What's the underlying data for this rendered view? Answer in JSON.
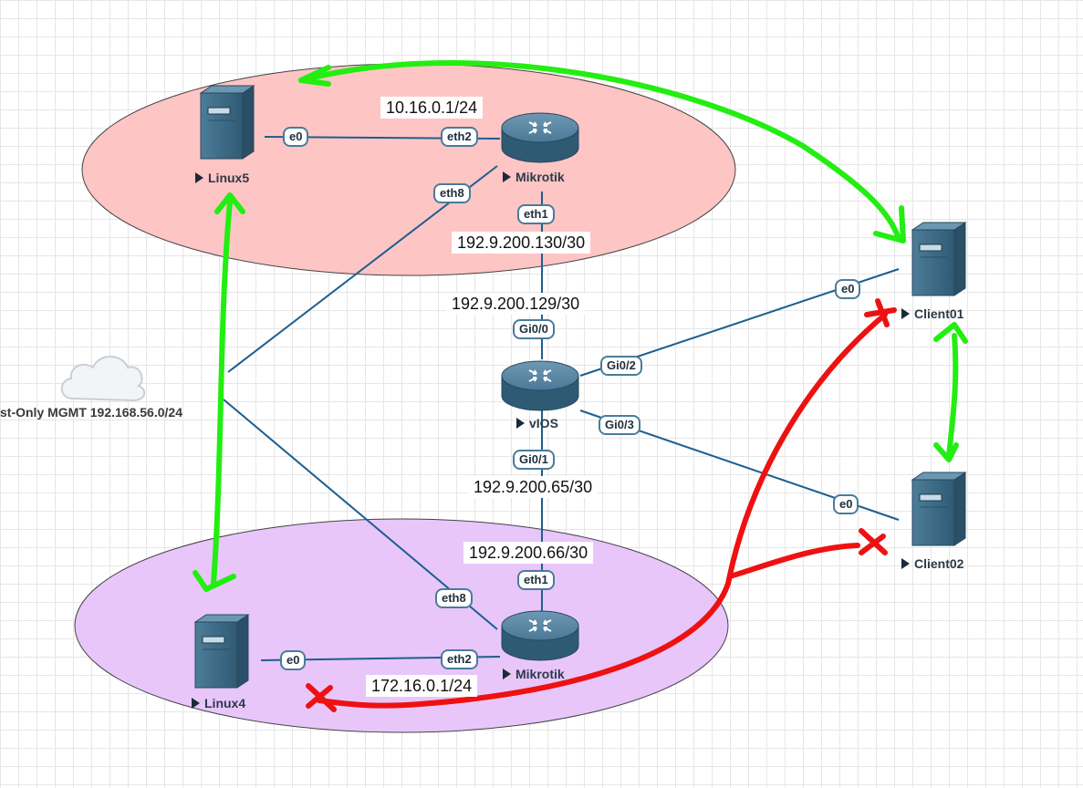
{
  "colors": {
    "zone_top": "#fec5c5",
    "zone_bottom": "#e8c6fa",
    "link": "#1d5e8e",
    "device": "#3e6b87",
    "green_path": "#22ee11",
    "red_path": "#ee1111"
  },
  "nodes": {
    "linux5": "Linux5",
    "mikrotik_top": "Mikrotik",
    "vios": "vIOS",
    "mikrotik_bottom": "Mikrotik",
    "linux4": "Linux4",
    "client01": "Client01",
    "client02": "Client02"
  },
  "cloud": {
    "label": "st-Only MGMT 192.168.56.0/24"
  },
  "ports": {
    "linux5_e0": "e0",
    "mt_top_eth2": "eth2",
    "mt_top_eth8": "eth8",
    "mt_top_eth1": "eth1",
    "vios_gi00": "Gi0/0",
    "vios_gi02": "Gi0/2",
    "vios_gi03": "Gi0/3",
    "vios_gi01": "Gi0/1",
    "client01_e0": "e0",
    "client02_e0": "e0",
    "mt_bot_eth1": "eth1",
    "mt_bot_eth8": "eth8",
    "mt_bot_eth2": "eth2",
    "linux4_e0": "e0"
  },
  "ips": {
    "lan_top": "10.16.0.1/24",
    "mt_top_eth1": "192.9.200.130/30",
    "vios_gi00": "192.9.200.129/30",
    "vios_gi01": "192.9.200.65/30",
    "mt_bot_eth1": "192.9.200.66/30",
    "lan_bottom": "172.16.0.1/24"
  }
}
